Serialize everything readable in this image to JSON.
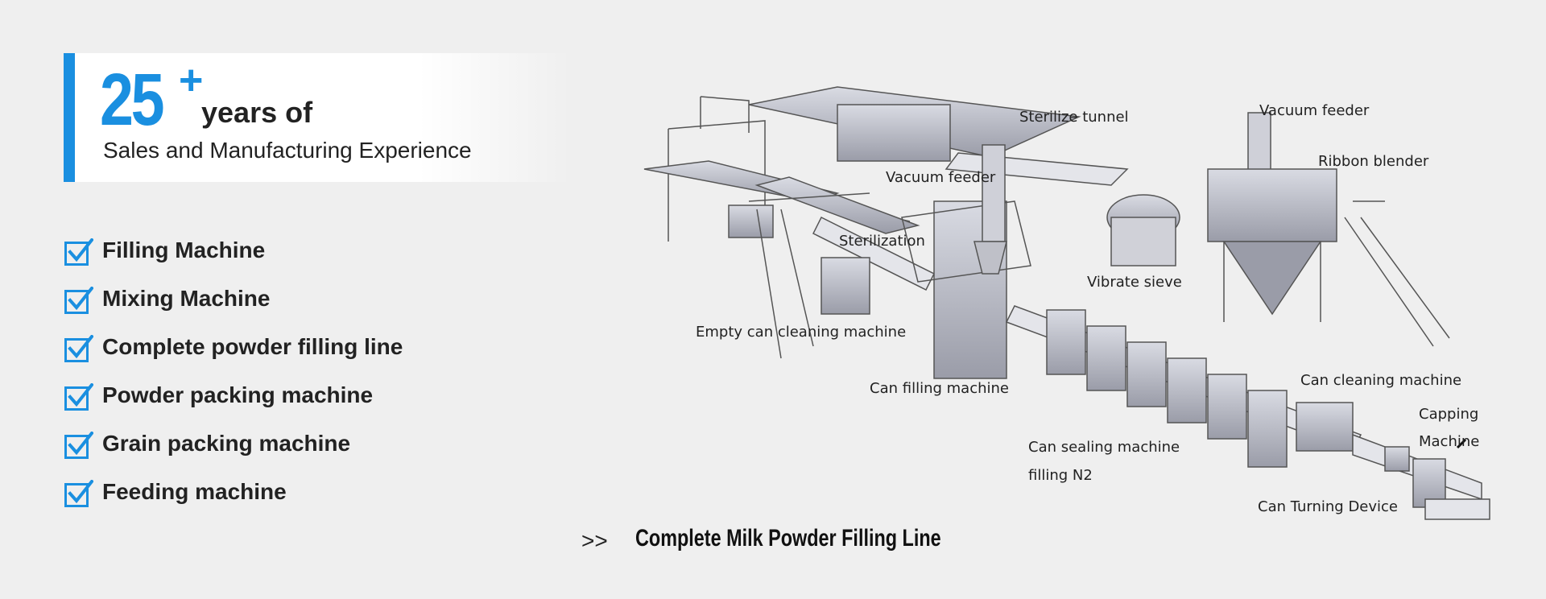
{
  "hero": {
    "number": "25",
    "plus": "+",
    "years": "years of",
    "subtitle": "Sales and Manufacturing Experience",
    "accent_color": "#1a8fe0"
  },
  "features": [
    {
      "label": "Filling Machine",
      "icon": "checkbox-checked-icon"
    },
    {
      "label": "Mixing Machine",
      "icon": "checkbox-checked-icon"
    },
    {
      "label": "Complete powder filling line",
      "icon": "checkbox-checked-icon"
    },
    {
      "label": "Powder packing machine",
      "icon": "checkbox-checked-icon"
    },
    {
      "label": "Grain packing machine",
      "icon": "checkbox-checked-icon"
    },
    {
      "label": "Feeding machine",
      "icon": "checkbox-checked-icon"
    }
  ],
  "diagram": {
    "labels": {
      "sterilize_tunnel": "Sterilize tunnel",
      "vacuum_feeder_right": "Vacuum feeder",
      "ribbon_blender": "Ribbon blender",
      "vacuum_feeder_left": "Vacuum feeder",
      "sterilization": "Sterilization",
      "vibrate_sieve": "Vibrate sieve",
      "empty_can_cleaning": "Empty can cleaning machine",
      "can_filling": "Can filling machine",
      "can_cleaning": "Can cleaning machine",
      "capping_1": "Capping",
      "capping_2": "Machine",
      "can_sealing_1": "Can sealing machine",
      "can_sealing_2": "filling N2",
      "can_turning": "Can Turning Device"
    }
  },
  "caption": {
    "arrow": ">>",
    "title": "Complete Milk Powder Filling Line"
  }
}
